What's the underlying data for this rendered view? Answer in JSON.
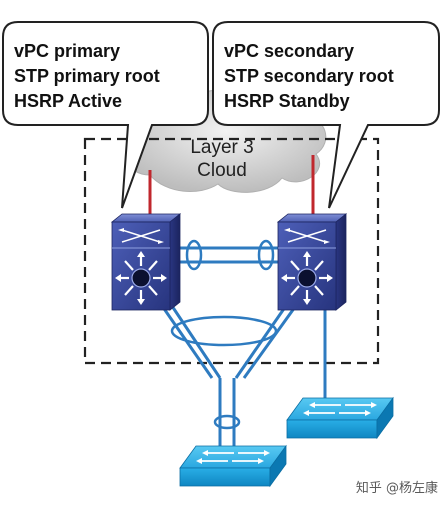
{
  "callouts": {
    "primary": {
      "line1": "vPC primary",
      "line2": "STP primary root",
      "line3": "HSRP Active"
    },
    "secondary": {
      "line1": "vPC secondary",
      "line2": "STP secondary root",
      "line3": "HSRP Standby"
    }
  },
  "cloud": {
    "line1": "Layer 3",
    "line2": "Cloud"
  },
  "watermark": {
    "text": "知乎 @杨左康"
  },
  "icons": {
    "core_switch": "nexus-multilayer-switch-icon",
    "access_switch": "workgroup-switch-icon"
  },
  "colors": {
    "switch_blue": "#2b3a8c",
    "switch_top": "#4a5cb0",
    "access_teal": "#1aa0d8",
    "link_blue": "#2e7bc0",
    "uplink_red": "#c0272d",
    "dashed_border": "#222222"
  }
}
